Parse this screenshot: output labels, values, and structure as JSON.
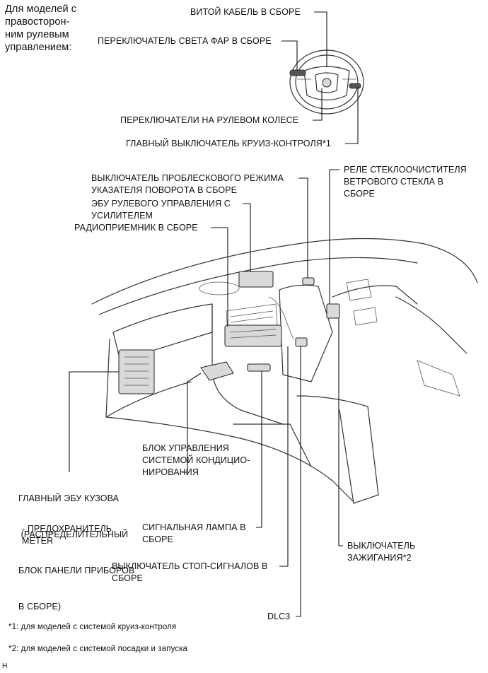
{
  "header_note": [
    "Для моделей с",
    "правосторон-",
    "ним рулевым",
    "управлением:"
  ],
  "labels": {
    "spiral_cable": "ВИТОЙ КАБЕЛЬ В СБОРЕ",
    "headlight_switch": "ПЕРЕКЛЮЧАТЕЛЬ СВЕТА ФАР В СБОРЕ",
    "steering_pad_switches": "ПЕРЕКЛЮЧАТЕЛИ НА РУЛЕВОМ КОЛЕСЕ",
    "cruise_main_switch": "ГЛАВНЫЙ ВЫКЛЮЧАТЕЛЬ КРУИЗ-КОНТРОЛЯ*1",
    "hazard_switch": [
      "ВЫКЛЮЧАТЕЛЬ ПРОБЛЕСКОВОГО РЕЖИМА",
      "УКАЗАТЕЛЯ ПОВОРОТА В СБОРЕ"
    ],
    "power_steering_ecu": [
      "ЭБУ РУЛЕВОГО УПРАВЛЕНИЯ С",
      "УСИЛИТЕЛЕМ"
    ],
    "radio_receiver": "РАДИОПРИЕМНИК В СБОРЕ",
    "wiper_relay": [
      "РЕЛЕ СТЕКЛООЧИСТИТЕЛЯ",
      "ВЕТРОВОГО СТЕКЛА В",
      "СБОРЕ"
    ],
    "ac_control": [
      "БЛОК УПРАВЛЕНИЯ",
      "СИСТЕМОЙ КОНДИЦИО-",
      "НИРОВАНИЯ"
    ],
    "main_body_ecu": [
      "ГЛАВНЫЙ ЭБУ КУЗОВА",
      " (РАСПРЕДЕЛИТЕЛЬНЫЙ",
      "БЛОК ПАНЕЛИ ПРИБОРОВ",
      "В СБОРЕ)"
    ],
    "fuse_meter": [
      "- ПРЕДОХРАНИТЕЛЬ",
      "METER"
    ],
    "signal_lamp": [
      "СИГНАЛЬНАЯ ЛАМПА В",
      "СБОРЕ"
    ],
    "ignition_switch": [
      "ВЫКЛЮЧАТЕЛЬ",
      "ЗАЖИГАНИЯ*2"
    ],
    "stop_lamp_switch": [
      "ВЫКЛЮЧАТЕЛЬ СТОП-СИГНАЛОВ В",
      "СБОРЕ"
    ],
    "dlc3": "DLC3"
  },
  "footnotes": [
    "*1: для моделей с системой круиз-контроля",
    "*2: для моделей с системой посадки и запуска"
  ],
  "corner_mark": "H"
}
